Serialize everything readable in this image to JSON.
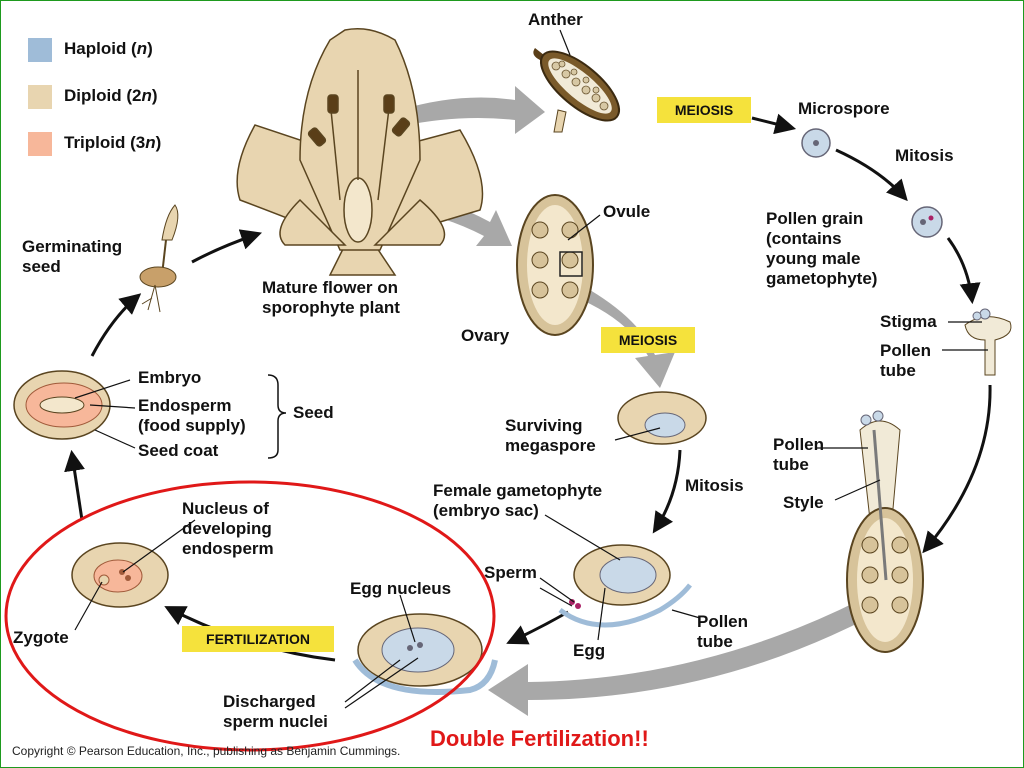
{
  "legend": [
    {
      "label": "Haploid (",
      "var": "n",
      "suffix": ")",
      "color": "#9fbcd8"
    },
    {
      "label": "Diploid (2",
      "var": "n",
      "suffix": ")",
      "color": "#e8d5b0"
    },
    {
      "label": "Triploid (3",
      "var": "n",
      "suffix": ")",
      "color": "#f7b79a"
    }
  ],
  "labels": {
    "anther": "Anther",
    "meiosis_1": "MEIOSIS",
    "meiosis_2": "MEIOSIS",
    "microspore": "Microspore",
    "mitosis_1": "Mitosis",
    "mitosis_2": "Mitosis",
    "pollen_grain": [
      "Pollen grain",
      "(contains",
      "young male",
      "gametophyte)"
    ],
    "ovule": "Ovule",
    "ovary": "Ovary",
    "mature_flower": [
      "Mature flower on",
      "sporophyte plant"
    ],
    "germinating_seed": [
      "Germinating",
      "seed"
    ],
    "embryo": "Embryo",
    "endosperm": [
      "Endosperm",
      "(food supply)"
    ],
    "seed_coat": "Seed coat",
    "seed": "Seed",
    "stigma": "Stigma",
    "pollen_tube_1": [
      "Pollen",
      "tube"
    ],
    "surviving_megaspore": [
      "Surviving",
      "megaspore"
    ],
    "pollen_tube_2": [
      "Pollen",
      "tube"
    ],
    "style": "Style",
    "female_gametophyte": [
      "Female gametophyte",
      "(embryo sac)"
    ],
    "nucleus_developing_endosperm": [
      "Nucleus of",
      "developing",
      "endosperm"
    ],
    "sperm": "Sperm",
    "egg_nucleus": "Egg nucleus",
    "egg": "Egg",
    "pollen_tube_3": [
      "Pollen",
      "tube"
    ],
    "zygote": "Zygote",
    "fertilization": "FERTILIZATION",
    "discharged_sperm": [
      "Discharged",
      "sperm nuclei"
    ],
    "double_fertilization": "Double Fertilization!!",
    "copyright": "Copyright © Pearson Education, Inc., publishing as Benjamin Cummings."
  },
  "colors": {
    "haploid": "#9fbcd8",
    "diploid": "#e8d5b0",
    "triploid": "#f7b79a",
    "tag": "#f5e23c",
    "circle": "#e01818",
    "arrow": "#111111",
    "big_arrow": "#a8a8a8",
    "border": "#1e9a1e"
  }
}
